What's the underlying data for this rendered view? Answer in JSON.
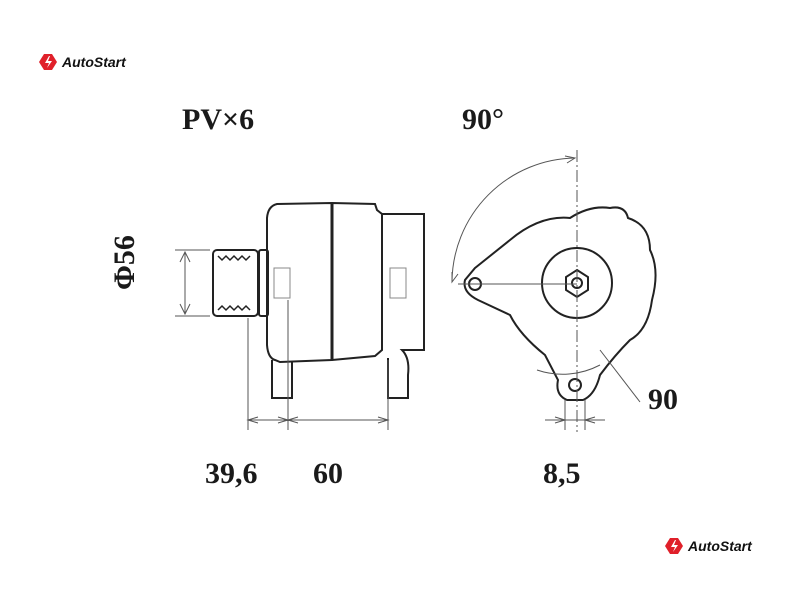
{
  "brand": {
    "name": "AutoStart",
    "accent": "#e0202a"
  },
  "labels": {
    "belt": "PV×6",
    "angle": "90°",
    "pulley_diameter": "Φ56",
    "dim_pulley_offset": "39,6",
    "dim_mount_spacing": "60",
    "dim_hole": "8,5",
    "dim_radius": "90"
  }
}
